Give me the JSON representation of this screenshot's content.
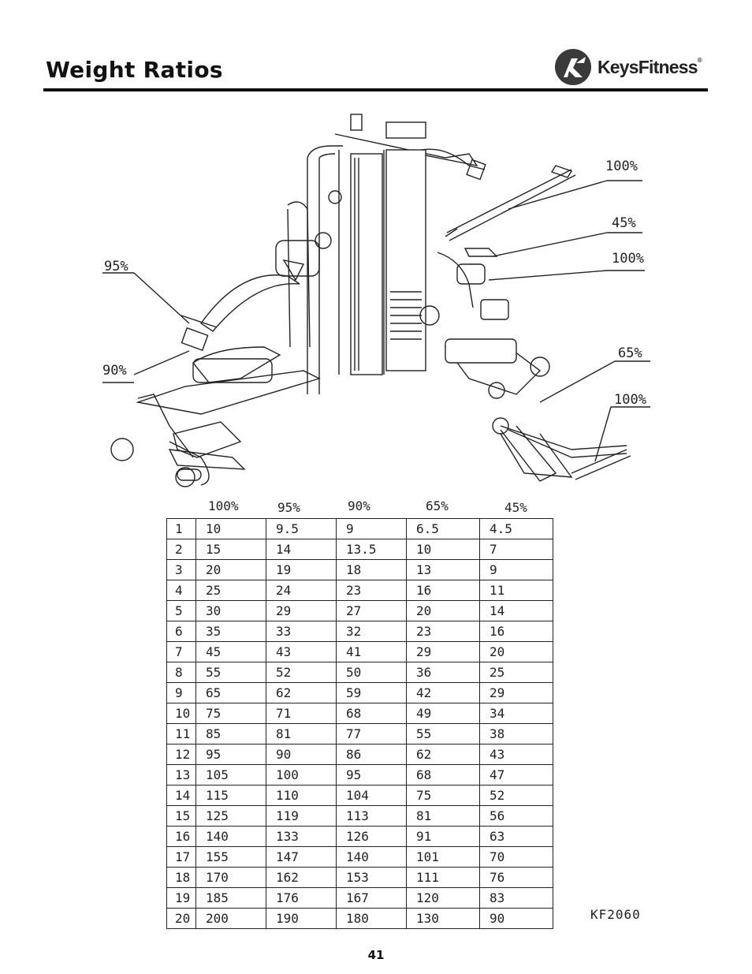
{
  "header": {
    "title": "Weight Ratios",
    "logo": {
      "text_regular": "Keys",
      "text_bold": "Fitness",
      "icon": "keys-fitness-logo-icon"
    }
  },
  "diagram": {
    "description_icon": "multi-station-gym-drawing",
    "callouts": [
      "100%",
      "45%",
      "100%",
      "95%",
      "90%",
      "65%",
      "100%"
    ]
  },
  "table": {
    "headers": [
      "100%",
      "95%",
      "90%",
      "65%",
      "45%"
    ],
    "rows": [
      [
        "1",
        "10",
        "9.5",
        "9",
        "6.5",
        "4.5"
      ],
      [
        "2",
        "15",
        "14",
        "13.5",
        "10",
        "7"
      ],
      [
        "3",
        "20",
        "19",
        "18",
        "13",
        "9"
      ],
      [
        "4",
        "25",
        "24",
        "23",
        "16",
        "11"
      ],
      [
        "5",
        "30",
        "29",
        "27",
        "20",
        "14"
      ],
      [
        "6",
        "35",
        "33",
        "32",
        "23",
        "16"
      ],
      [
        "7",
        "45",
        "43",
        "41",
        "29",
        "20"
      ],
      [
        "8",
        "55",
        "52",
        "50",
        "36",
        "25"
      ],
      [
        "9",
        "65",
        "62",
        "59",
        "42",
        "29"
      ],
      [
        "10",
        "75",
        "71",
        "68",
        "49",
        "34"
      ],
      [
        "11",
        "85",
        "81",
        "77",
        "55",
        "38"
      ],
      [
        "12",
        "95",
        "90",
        "86",
        "62",
        "43"
      ],
      [
        "13",
        "105",
        "100",
        "95",
        "68",
        "47"
      ],
      [
        "14",
        "115",
        "110",
        "104",
        "75",
        "52"
      ],
      [
        "15",
        "125",
        "119",
        "113",
        "81",
        "56"
      ],
      [
        "16",
        "140",
        "133",
        "126",
        "91",
        "63"
      ],
      [
        "17",
        "155",
        "147",
        "140",
        "101",
        "70"
      ],
      [
        "18",
        "170",
        "162",
        "153",
        "111",
        "76"
      ],
      [
        "19",
        "185",
        "176",
        "167",
        "120",
        "83"
      ],
      [
        "20",
        "200",
        "190",
        "180",
        "130",
        "90"
      ]
    ]
  },
  "model_code": "KF2060",
  "page_number": "41"
}
